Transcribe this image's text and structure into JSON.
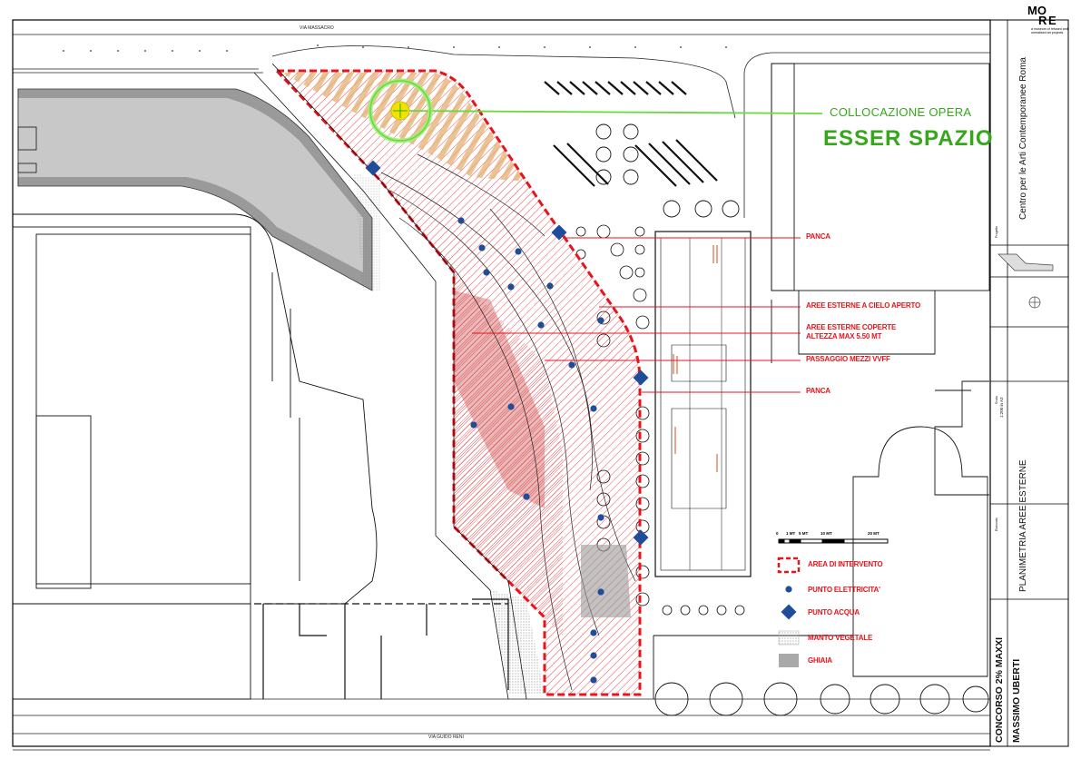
{
  "streets": {
    "top": "VIA MASSACRO",
    "bottom": "VIA GUIDO RENI"
  },
  "artwork": {
    "caption": "COLLOCAZIONE OPERA",
    "title": "ESSER SPAZIO"
  },
  "callouts": [
    {
      "lines": [
        "PANCA"
      ]
    },
    {
      "lines": [
        "AREE ESTERNE A CIELO APERTO"
      ]
    },
    {
      "lines": [
        "AREE ESTERNE COPERTE",
        "ALTEZZA MAX 5.50 MT"
      ]
    },
    {
      "lines": [
        "PASSAGGIO MEZZI VVFF"
      ]
    },
    {
      "lines": [
        "PANCA"
      ]
    }
  ],
  "scale_bar": {
    "ticks": [
      "0",
      "1 MT",
      "5 MT",
      "10 MT",
      "20 MT"
    ]
  },
  "legend": [
    {
      "key": "area",
      "label": "AREA DI INTERVENTO"
    },
    {
      "key": "power",
      "label": "PUNTO ELETTRICITA'"
    },
    {
      "key": "water",
      "label": "PUNTO ACQUA"
    },
    {
      "key": "green",
      "label": "MANTO VEGETALE"
    },
    {
      "key": "gravel",
      "label": "GHIAIA"
    }
  ],
  "title_block": {
    "logo_top": "MO",
    "logo_mid": "R",
    "logo_end": "E",
    "logo_sub_1": "a museum of refused and",
    "logo_sub_2": "unrealised art projects",
    "institution": "Centro per le Arti Contemporanee Roma",
    "progetto_label": "Progetto",
    "scala_label": "Scala",
    "scala_value": "1:200 in A3",
    "elaborato_label": "Elaborato",
    "drawing_title": "PLANIMETRIA AREE ESTERNE",
    "competition": "CONCORSO 2% MAXXI",
    "author": "MASSIMO UBERTI"
  },
  "colors": {
    "intervention": "#e8141b",
    "artwork": "#35a81a",
    "power_point": "#1f4d9a",
    "water_point": "#1f4d9a",
    "highlight": "#f2e200",
    "hatch_yellow": "#d6a24a"
  }
}
